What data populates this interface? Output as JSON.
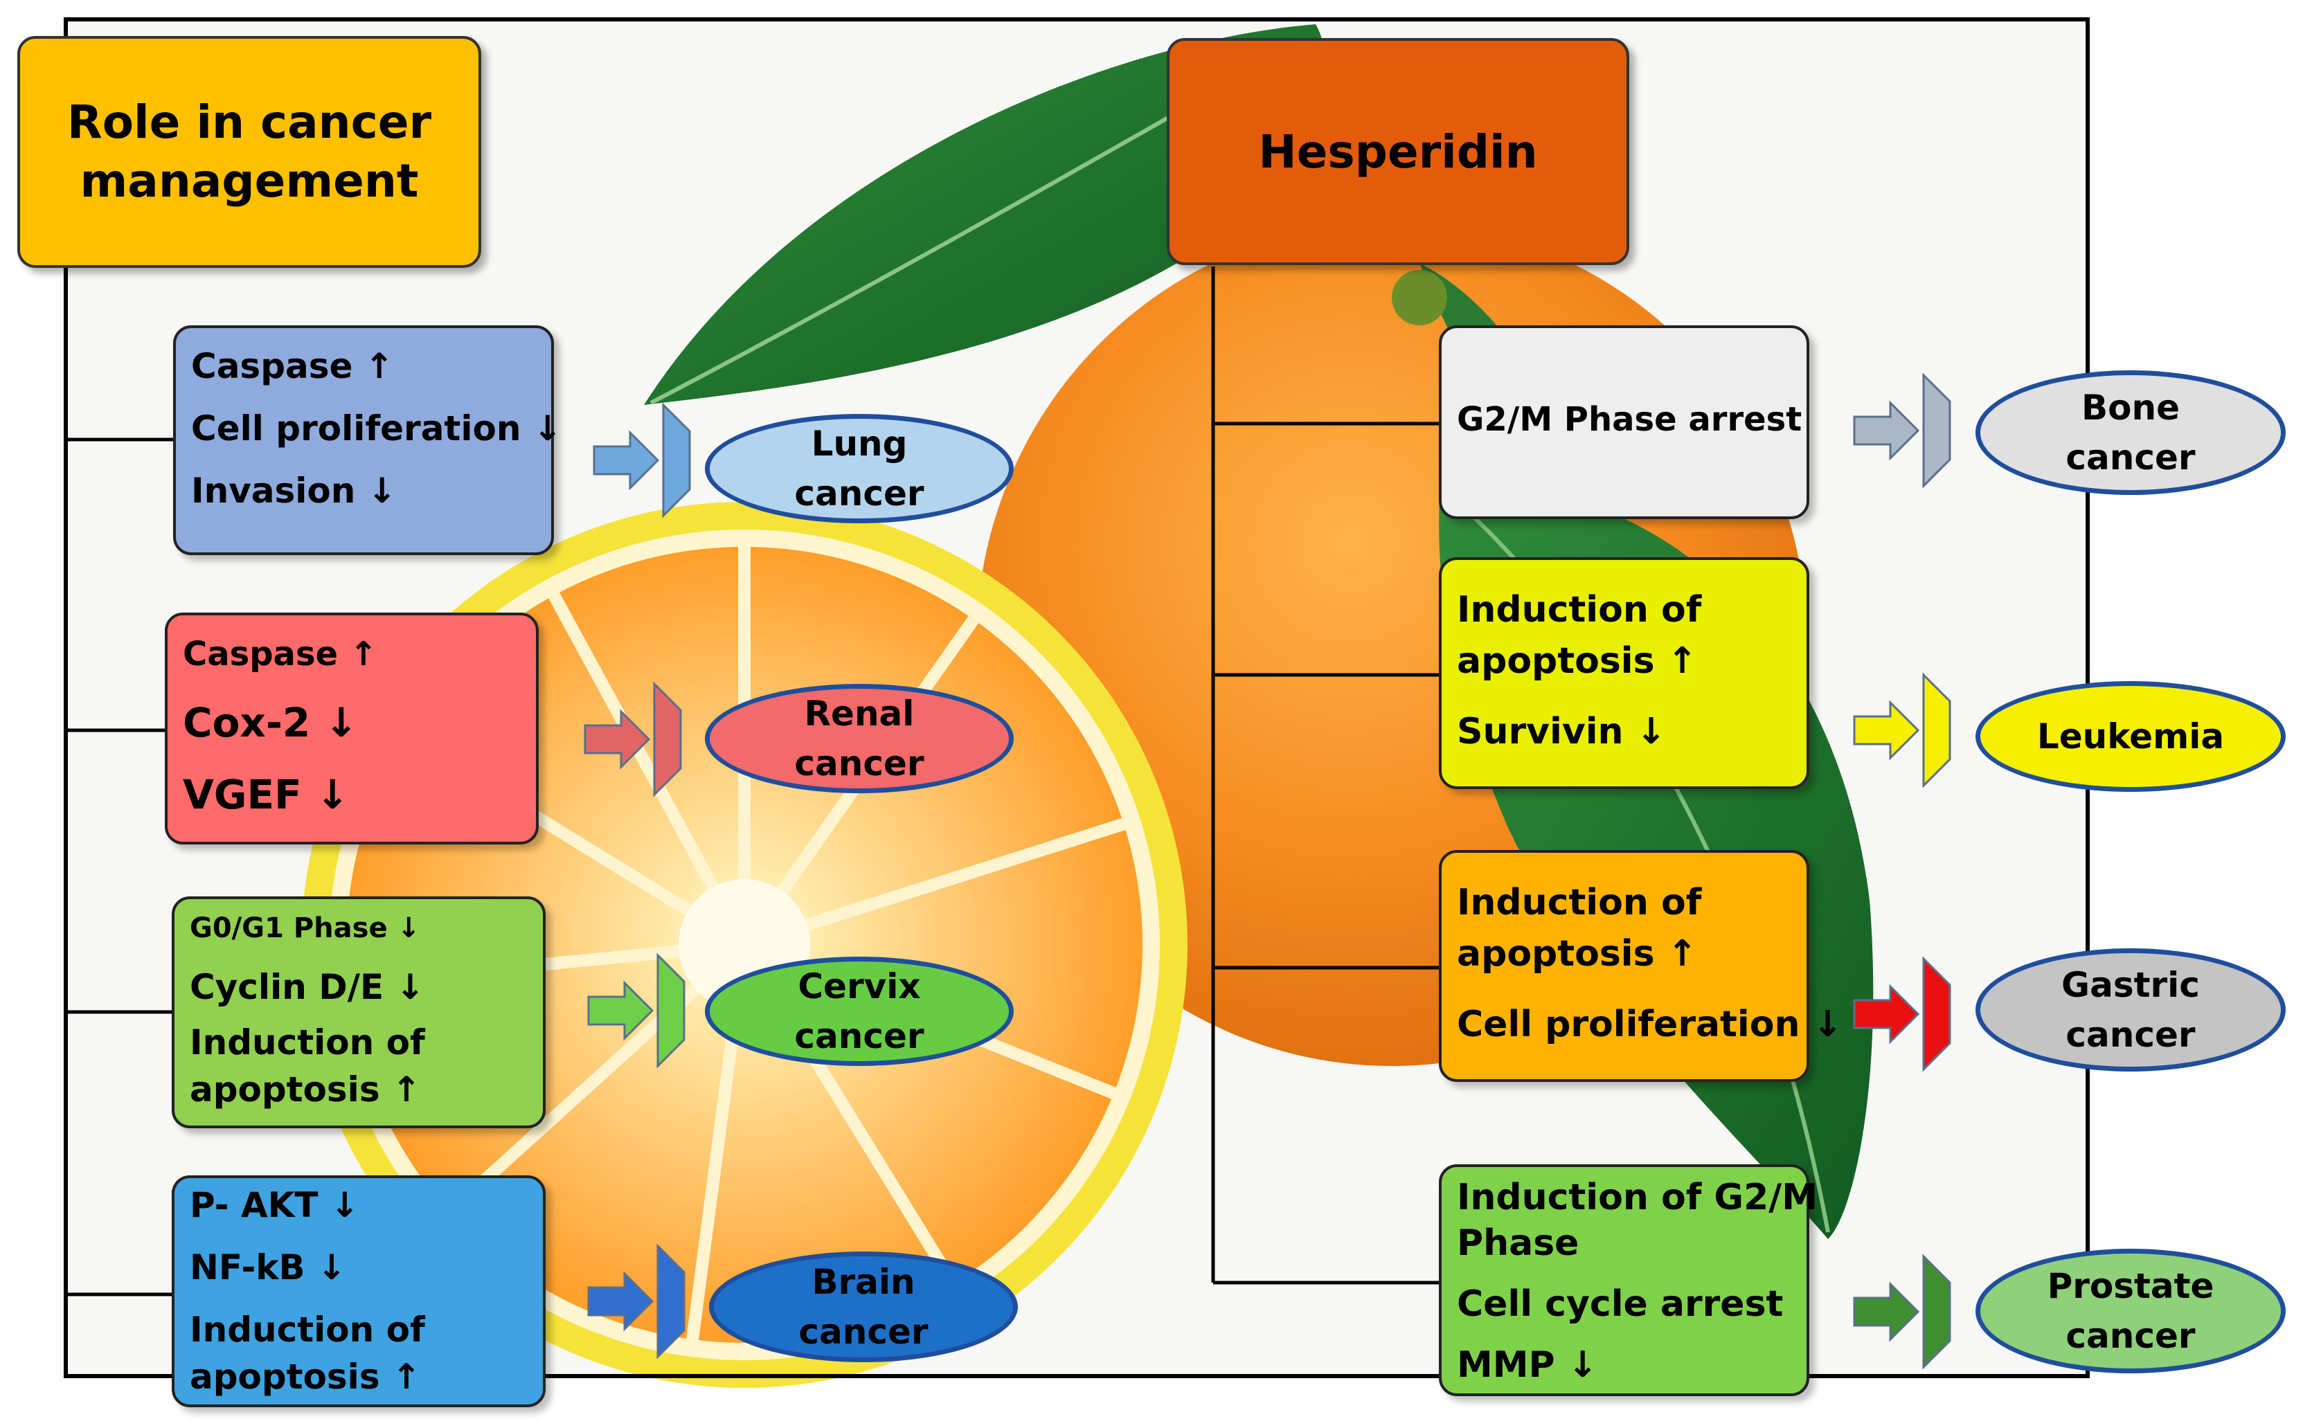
{
  "titles": {
    "role_line1": "Role in cancer",
    "role_line2": "management",
    "hesperidin": "Hesperidin"
  },
  "left_boxes": [
    {
      "lines": [
        "Caspase ↑",
        "Cell proliferation ↓",
        "Invasion ↓"
      ],
      "color": "#8faadc"
    },
    {
      "lines": [
        "Caspase ↑",
        "Cox-2 ↓",
        "VGEF ↓"
      ],
      "color": "#ff6b6b"
    },
    {
      "lines": [
        "G0/G1 Phase ↓",
        "Cyclin D/E ↓",
        "Induction of",
        "apoptosis ↑"
      ],
      "color": "#92d050"
    },
    {
      "lines": [
        "P- AKT ↓",
        "NF-kB ↓",
        "Induction of",
        "apoptosis ↑"
      ],
      "color": "#3ea3e0"
    }
  ],
  "left_cancers": [
    {
      "line1": "Lung",
      "line2": "cancer",
      "color": "#b4d4ee"
    },
    {
      "line1": "Renal",
      "line2": "cancer",
      "color": "#f26a6a"
    },
    {
      "line1": "Cervix",
      "line2": "cancer",
      "color": "#66cc44"
    },
    {
      "line1": "Brain",
      "line2": "cancer",
      "color": "#1e6fc8"
    }
  ],
  "right_boxes": [
    {
      "lines": [
        "G2/M Phase arrest"
      ],
      "color": "#eeeeee"
    },
    {
      "lines": [
        "Induction of",
        "apoptosis ↑",
        "Survivin ↓"
      ],
      "color": "#e8f000"
    },
    {
      "lines": [
        "Induction of",
        "apoptosis ↑",
        "Cell proliferation ↓"
      ],
      "color": "#ffb300"
    },
    {
      "lines": [
        "Induction of G2/M",
        "Phase",
        "Cell cycle arrest",
        "MMP ↓"
      ],
      "color": "#7fd14a"
    }
  ],
  "right_cancers": [
    {
      "line1": "Bone",
      "line2": "cancer",
      "color": "#e0e0e0"
    },
    {
      "line1": "Leukemia",
      "line2": "",
      "color": "#f5f000"
    },
    {
      "line1": "Gastric",
      "line2": "cancer",
      "color": "#c4c4c4"
    },
    {
      "line1": "Prostate",
      "line2": "cancer",
      "color": "#8fd07a"
    }
  ],
  "arrow_colors": {
    "lung": "#6fa8dc",
    "renal": "#e06666",
    "cervix": "#6fcf4a",
    "brain": "#2f6fd0",
    "bone": "#a9b7c6",
    "leukemia": "#f5f000",
    "gastric": "#e81010",
    "prostate": "#3f8f30"
  },
  "colors": {
    "role_box": "#ffc000",
    "hesperidin_box": "#e35c0b",
    "ellipse_border": "#1f4e9c"
  }
}
